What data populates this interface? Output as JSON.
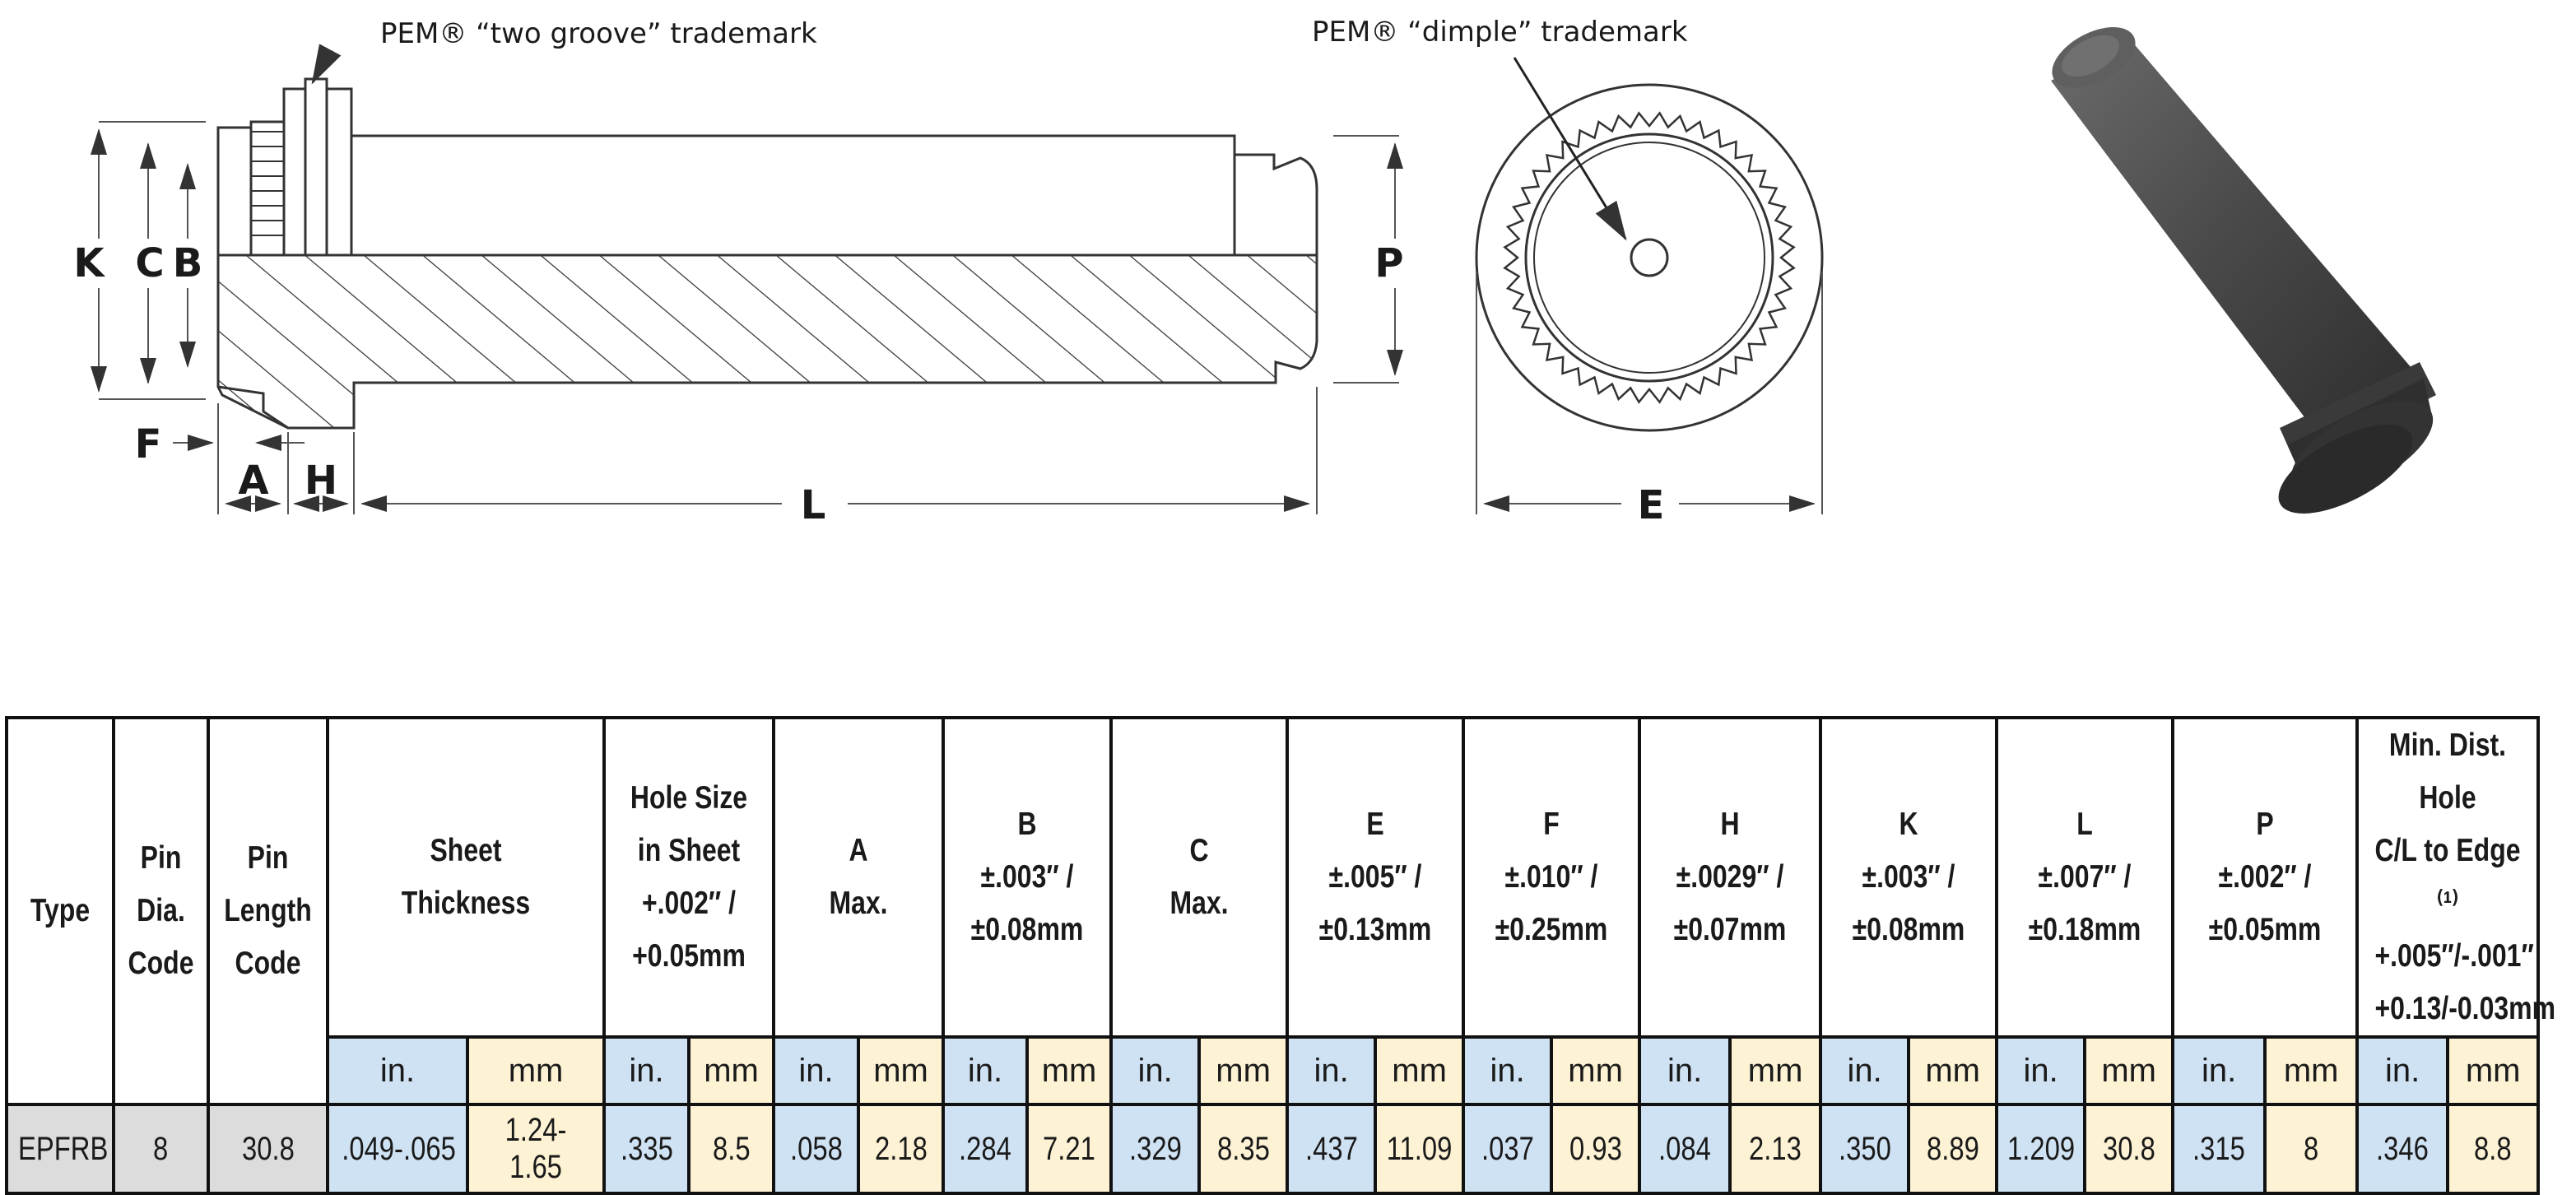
{
  "callouts": {
    "two_groove": "PEM® “two groove” trademark",
    "dimple": "PEM® “dimple” trademark"
  },
  "dimension_labels": {
    "K": "K",
    "C": "C",
    "B": "B",
    "F": "F",
    "A": "A",
    "H": "H",
    "L": "L",
    "P": "P",
    "E": "E"
  },
  "table": {
    "headers": [
      {
        "key": "type",
        "lines": [
          "Type"
        ]
      },
      {
        "key": "pin_dia",
        "lines": [
          "Pin",
          "Dia.",
          "Code"
        ]
      },
      {
        "key": "pin_len",
        "lines": [
          "Pin",
          "Length",
          "Code"
        ]
      },
      {
        "key": "sheet",
        "lines": [
          "Sheet",
          "Thickness"
        ]
      },
      {
        "key": "hole",
        "lines": [
          "Hole Size",
          "in Sheet",
          "+.002″ /",
          "+0.05mm"
        ]
      },
      {
        "key": "a",
        "lines": [
          "A",
          "Max."
        ]
      },
      {
        "key": "b",
        "lines": [
          "B",
          "±.003″ /",
          "±0.08mm"
        ]
      },
      {
        "key": "c",
        "lines": [
          "C",
          "Max."
        ]
      },
      {
        "key": "e",
        "lines": [
          "E",
          "±.005″ /",
          "±0.13mm"
        ]
      },
      {
        "key": "f",
        "lines": [
          "F",
          "±.010″ /",
          "±0.25mm"
        ]
      },
      {
        "key": "h",
        "lines": [
          "H",
          "±.0029″ /",
          "±0.07mm"
        ]
      },
      {
        "key": "k",
        "lines": [
          "K",
          "±.003″ /",
          "±0.08mm"
        ]
      },
      {
        "key": "l",
        "lines": [
          "L",
          "±.007″ /",
          "±0.18mm"
        ]
      },
      {
        "key": "p",
        "lines": [
          "P",
          "±.002″ /",
          "±0.05mm"
        ]
      },
      {
        "key": "min",
        "lines": [
          "Min. Dist. Hole",
          "C/L to Edge ⁽¹⁾",
          "+.005″/-.001″",
          "+0.13/-0.03mm"
        ]
      }
    ],
    "unit_in": "in.",
    "unit_mm": "mm",
    "row": {
      "type": "EPFRB",
      "pin_dia": "8",
      "pin_len": "30.8",
      "sheet_in": ".049-.065",
      "sheet_mm": "1.24-1.65",
      "hole_in": ".335",
      "hole_mm": "8.5",
      "a_in": ".058",
      "a_mm": "2.18",
      "b_in": ".284",
      "b_mm": "7.21",
      "c_in": ".329",
      "c_mm": "8.35",
      "e_in": ".437",
      "e_mm": "11.09",
      "f_in": ".037",
      "f_mm": "0.93",
      "h_in": ".084",
      "h_mm": "2.13",
      "k_in": ".350",
      "k_mm": "8.89",
      "l_in": "1.209",
      "l_mm": "30.8",
      "p_in": ".315",
      "p_mm": "8",
      "min_in": ".346",
      "min_mm": "8.8"
    }
  }
}
